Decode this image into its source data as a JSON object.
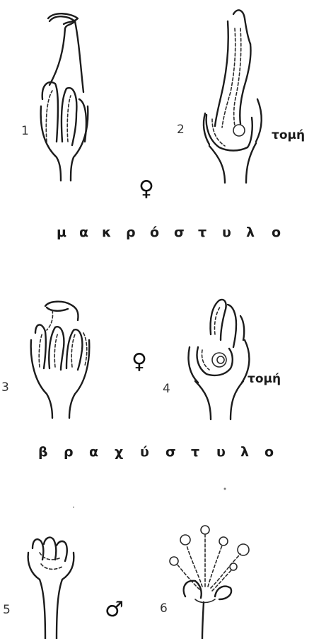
{
  "labels": {
    "n1": "1",
    "n2": "2",
    "n3": "3",
    "n4": "4",
    "n5": "5",
    "n6": "6",
    "section_top": "τομή",
    "section_mid": "τομή"
  },
  "symbols": {
    "female_top": "♀",
    "female_mid": "♀",
    "male_bottom": "♂"
  },
  "captions": {
    "long_style": [
      "μ",
      "α",
      "κ",
      "ρ",
      "ό",
      "σ",
      "τ",
      "υ",
      "λ",
      "ο"
    ],
    "short_style": [
      "β",
      "ρ",
      "α",
      "χ",
      "ύ",
      "σ",
      "τ",
      "υ",
      "λ",
      "ο"
    ]
  }
}
